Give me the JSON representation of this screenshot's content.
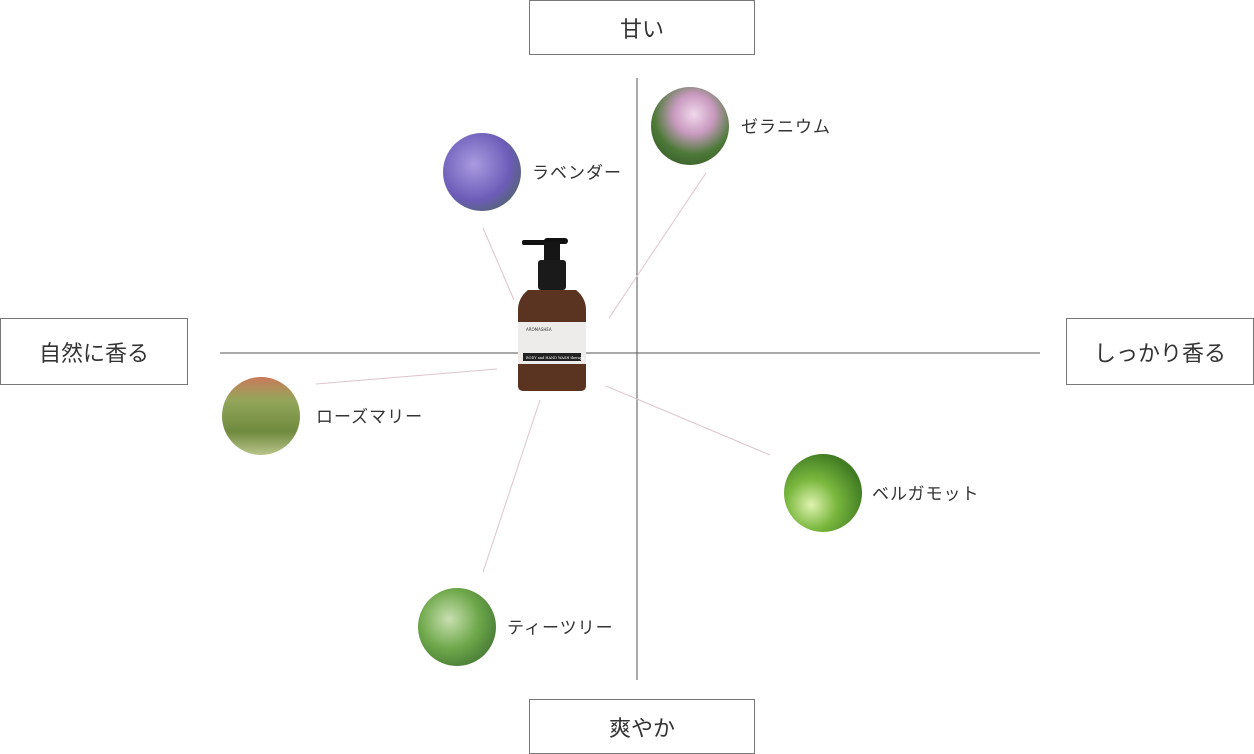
{
  "axes": {
    "top": "甘い",
    "bottom": "爽やか",
    "left": "自然に香る",
    "right": "しっかり香る"
  },
  "product": {
    "brand": "AROMASHEA",
    "name": "BODY and HAND WASH therapy"
  },
  "ingredients": [
    {
      "name": "ラベンダー",
      "icon": "lavender-photo",
      "color": "#7a6cc0"
    },
    {
      "name": "ゼラニウム",
      "icon": "geranium-photo",
      "color": "#4f7a3a"
    },
    {
      "name": "ローズマリー",
      "icon": "rosemary-photo",
      "color": "#7f9a4a"
    },
    {
      "name": "ベルガモット",
      "icon": "bergamot-photo",
      "color": "#6aa83a"
    },
    {
      "name": "ティーツリー",
      "icon": "tea-tree-photo",
      "color": "#5e9a3e"
    }
  ],
  "colors": {
    "axis": "#555555",
    "connector": "#dcc4cc",
    "border": "#777777"
  }
}
